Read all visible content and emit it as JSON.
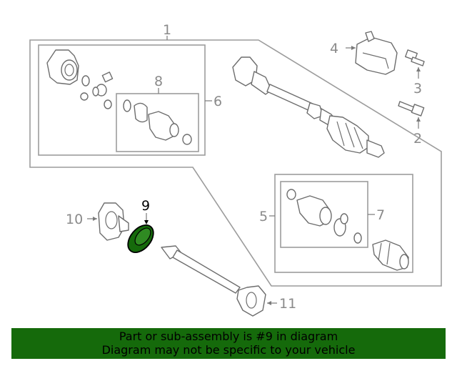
{
  "diagram": {
    "callouts": {
      "c1": "1",
      "c2": "2",
      "c3": "3",
      "c4": "4",
      "c5": "5",
      "c6": "6",
      "c7": "7",
      "c8": "8",
      "c9": "9",
      "c10": "10",
      "c11": "11"
    },
    "highlighted_part": "9",
    "highlight_color": "#156a0b",
    "line_color": "#6d6d6d"
  },
  "banner": {
    "line1": "Part or sub-assembly is #9 in diagram",
    "line2": "Diagram may not be specific to your vehicle",
    "background": "#156a0b"
  }
}
